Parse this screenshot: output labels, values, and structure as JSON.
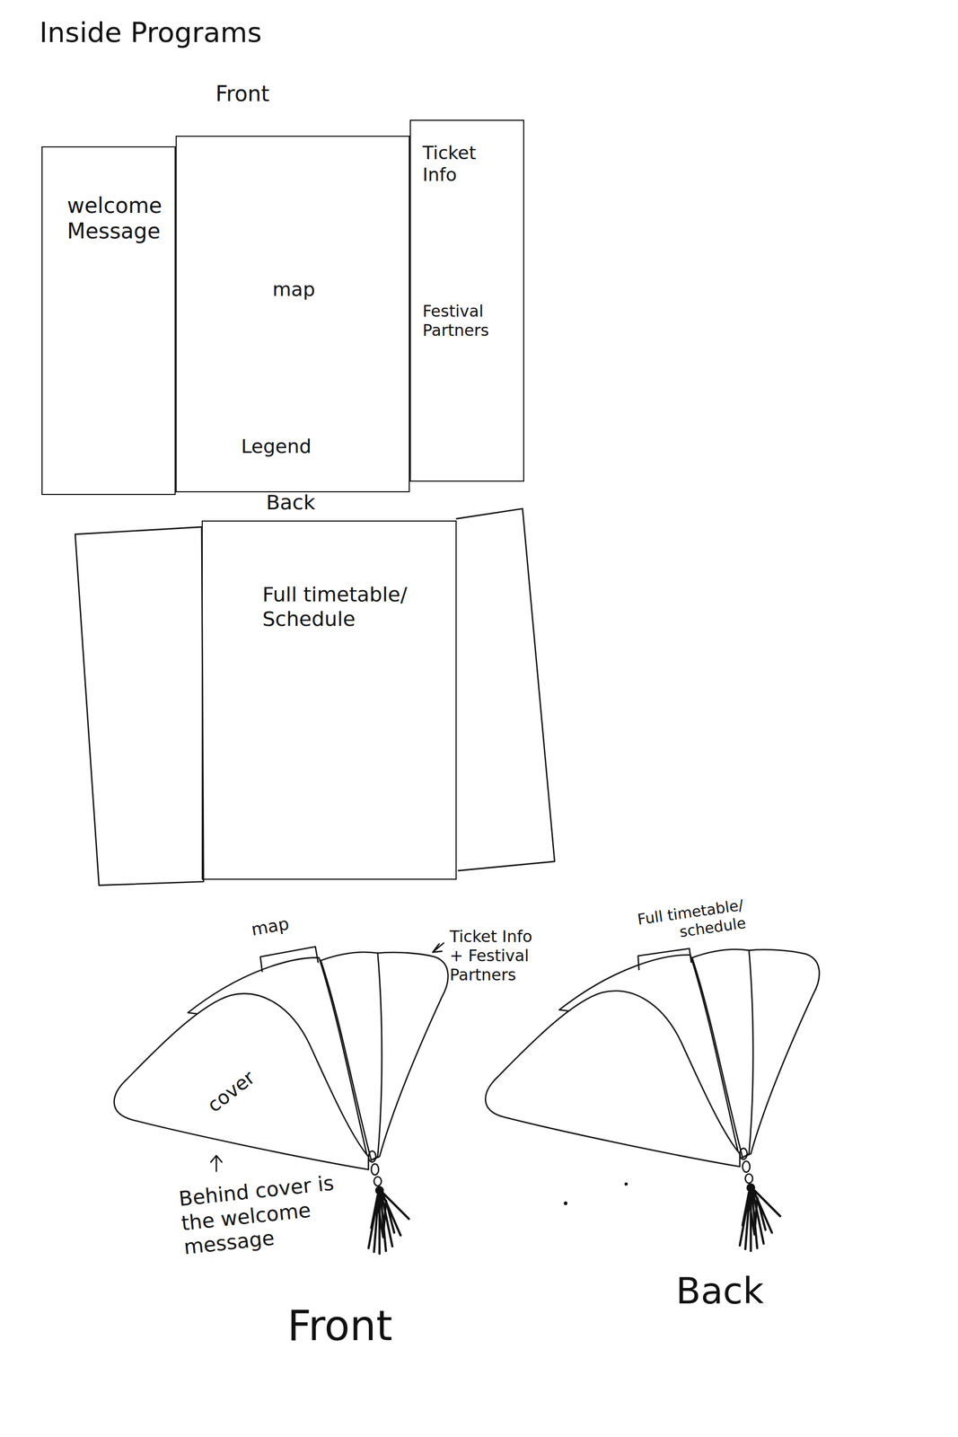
{
  "diagram": {
    "title": "Inside Programs",
    "nodes": [
      {
        "text": [
          "welcome Message"
        ]
      },
      {
        "text": [
          "map",
          "Legend"
        ]
      },
      {
        "text": [
          "Ticket Info",
          "Festival Partners"
        ]
      },
      {
        "text": [
          "Full timetable/ Schedule"
        ]
      },
      {
        "text": [
          "cover"
        ]
      }
    ],
    "labels": [
      "Front",
      "Back",
      "map",
      "Ticket Info + Festival Partners",
      "Full timetable/ schedule",
      "Behind cover is the welcome message",
      "Front",
      "Back"
    ]
  }
}
